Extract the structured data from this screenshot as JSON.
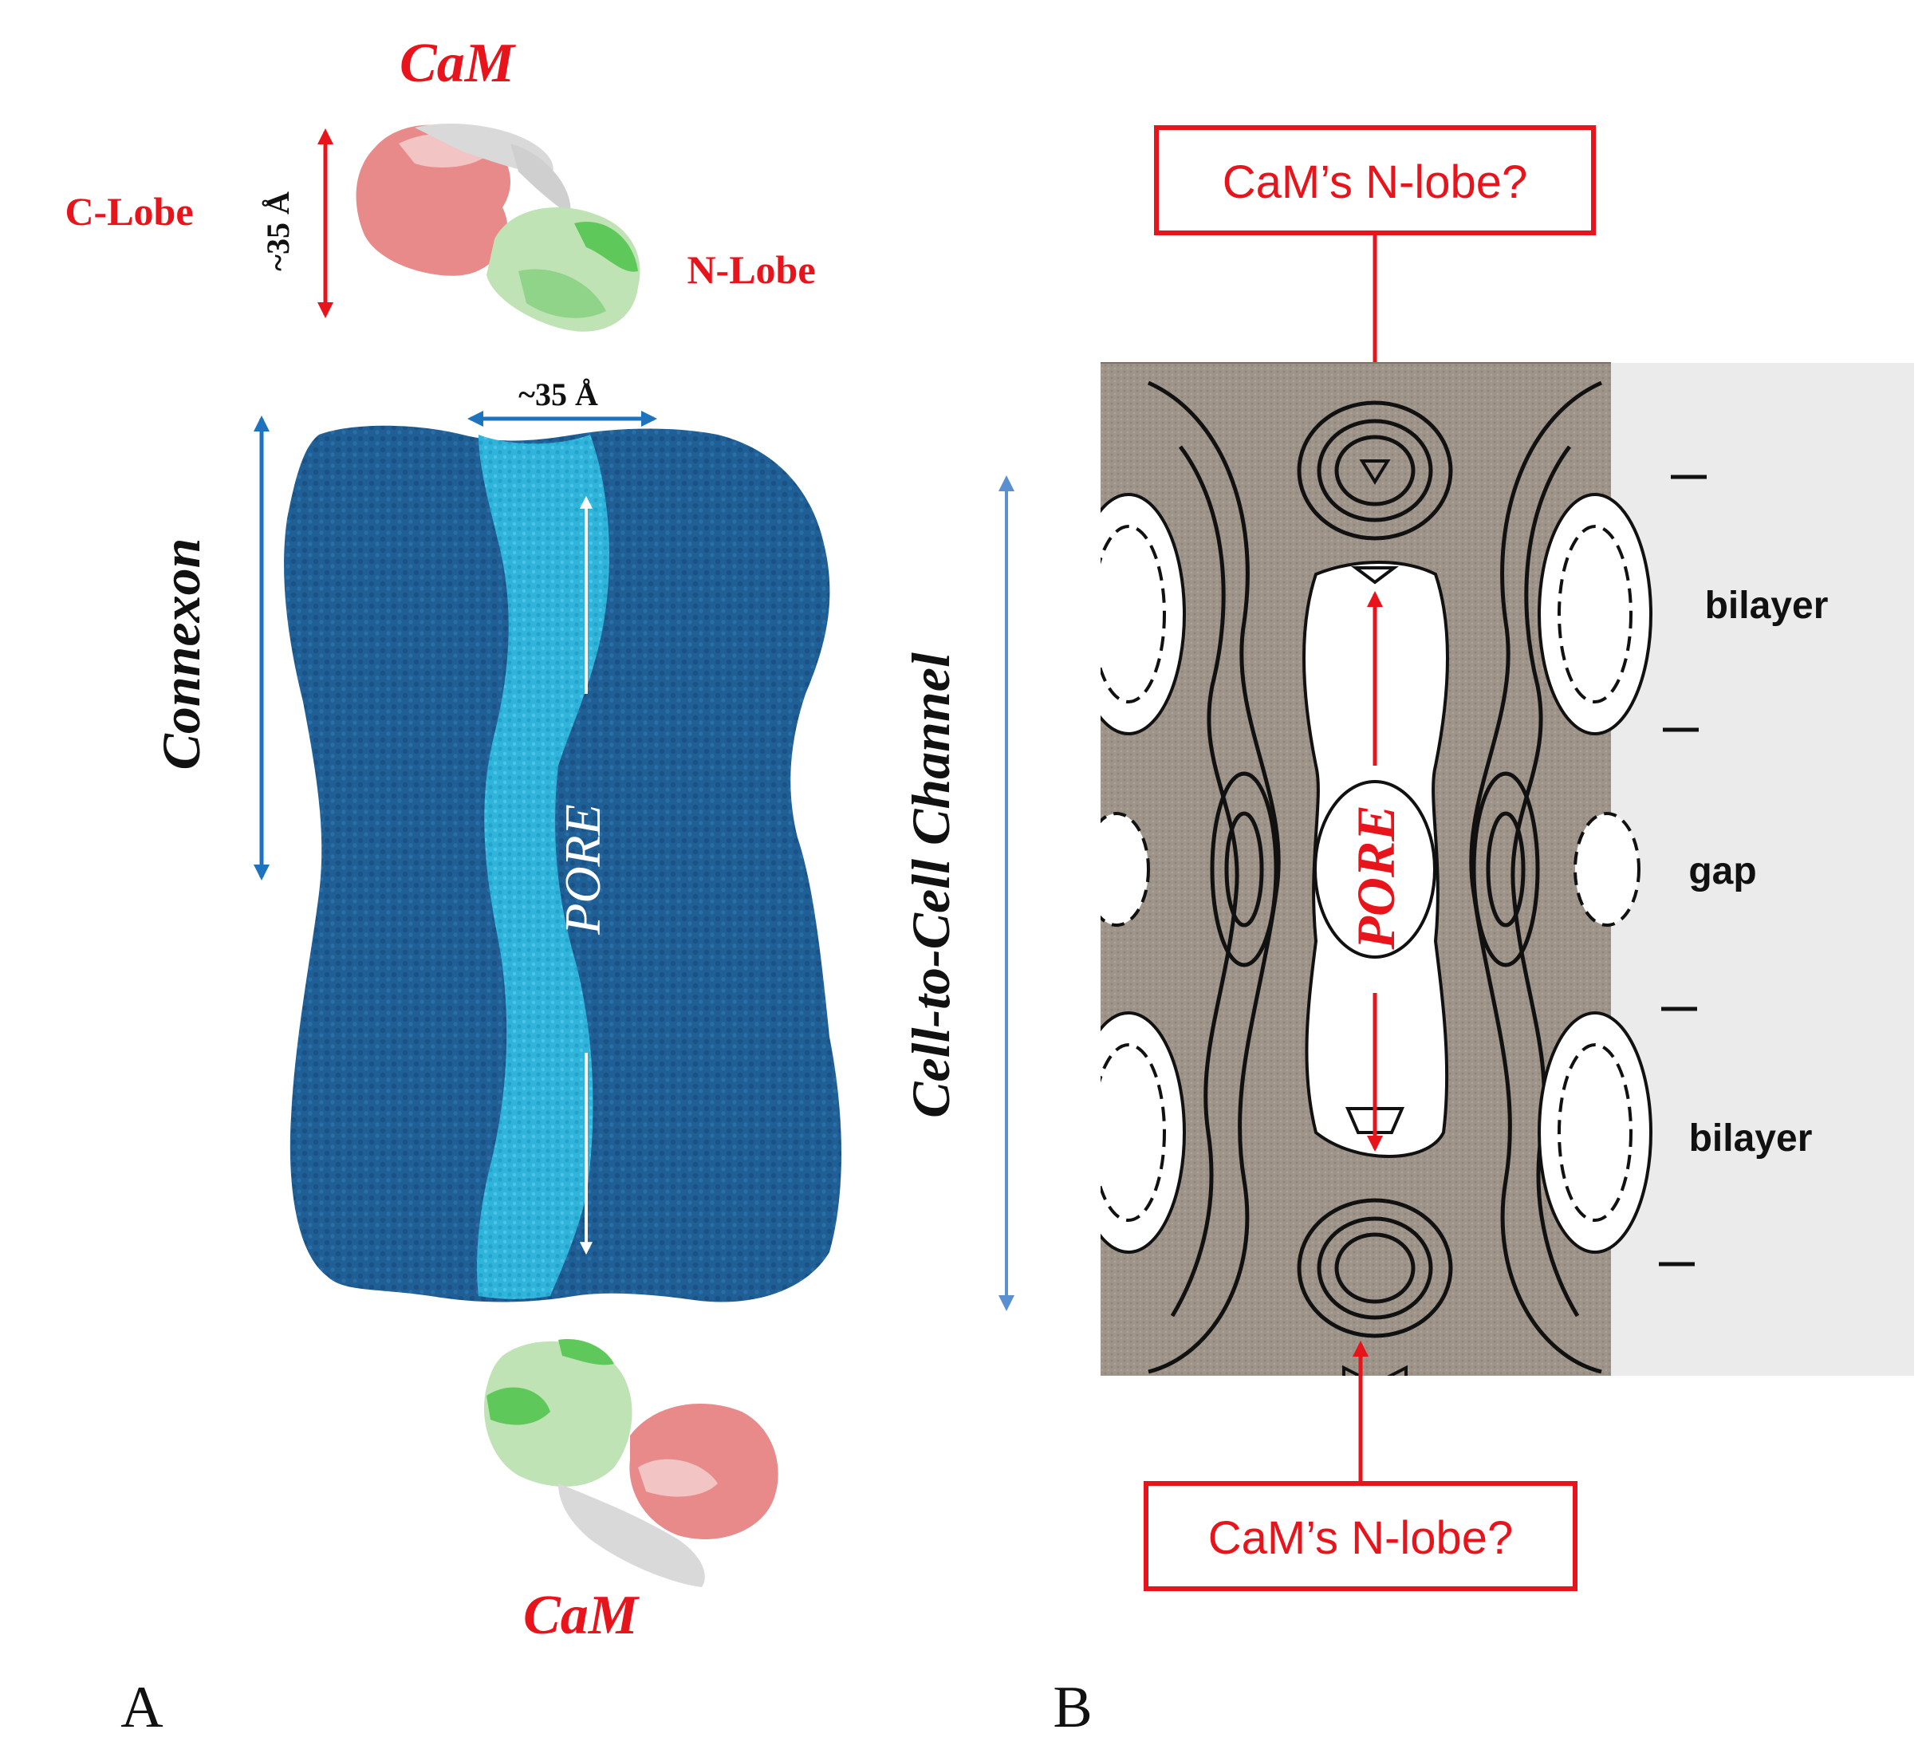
{
  "panel_a": {
    "label": "A",
    "cam_top": "CaM",
    "cam_bottom": "CaM",
    "c_lobe": "C-Lobe",
    "n_lobe": "N-Lobe",
    "size_vertical": "~35 Å",
    "size_horizontal": "~35 Å",
    "connexon": "Connexon",
    "pore": "PORE",
    "channel": "Cell-to-Cell Channel"
  },
  "panel_b": {
    "label": "B",
    "callout_top": "CaM’s N-lobe?",
    "callout_bottom": "CaM’s N-lobe?",
    "pore": "PORE",
    "layers": [
      "bilayer",
      "gap",
      "bilayer"
    ]
  },
  "colors": {
    "annotation_red": "#e8141c",
    "connexon_dark": "#1f5f95",
    "pore_cyan": "#2fb4dc",
    "arrow_blue": "#1e73be",
    "channel_arrow": "#5a8fd0",
    "cam_green": "#5ec85a",
    "cam_pink": "#e88a8a",
    "map_background": "#9e948a",
    "scale_panel": "#ebebeb"
  }
}
